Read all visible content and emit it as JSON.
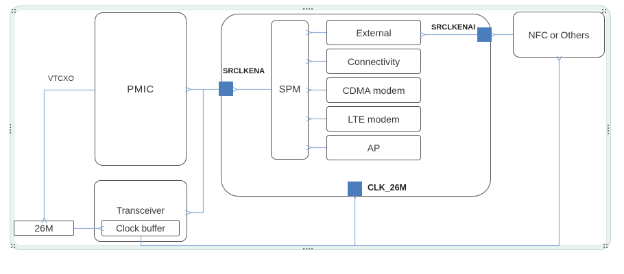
{
  "figure": {
    "description_visible": false
  },
  "colors": {
    "accent_square": "#4b7dbd",
    "connector_line": "#95b3d7",
    "box_border": "#545454",
    "box_fill": "#ffffff",
    "slide_border_fill": "#e9f3ef",
    "text": "#363636"
  },
  "blocks": {
    "pmic": {
      "label": "PMIC"
    },
    "spm": {
      "label": "SPM"
    },
    "external": {
      "label": "External"
    },
    "connectivity": {
      "label": "Connectivity"
    },
    "cdma_modem": {
      "label": "CDMA modem"
    },
    "lte_modem": {
      "label": "LTE modem"
    },
    "ap": {
      "label": "AP"
    },
    "nfc": {
      "label": "NFC or Others"
    },
    "transceiver": {
      "label": "Transceiver"
    },
    "clock_buffer": {
      "label": "Clock buffer"
    },
    "osc_26m": {
      "label": "26M"
    }
  },
  "signals": {
    "vtcxo": {
      "label": "VTCXO"
    },
    "srclkena": {
      "label": "SRCLKENA"
    },
    "srclkenai": {
      "label": "SRCLKENAI"
    },
    "clk_26m": {
      "label": "CLK_26M"
    }
  }
}
